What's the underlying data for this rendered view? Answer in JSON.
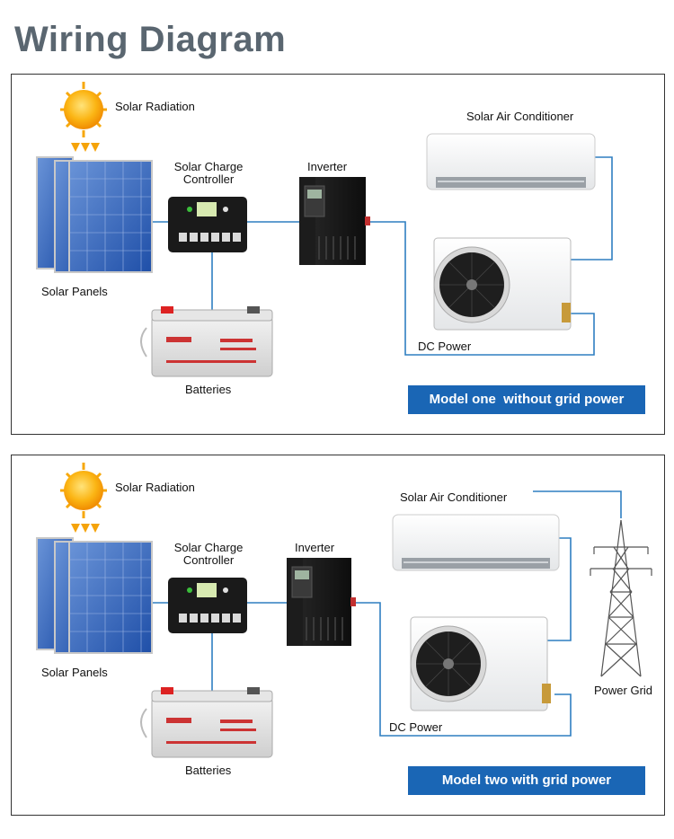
{
  "title": "Wiring Diagram",
  "panel1": {
    "solar_radiation": "Solar Radiation",
    "solar_panels": "Solar Panels",
    "charge_controller_line1": "Solar Charge",
    "charge_controller_line2": "Controller",
    "inverter": "Inverter",
    "batteries": "Batteries",
    "air_conditioner": "Solar Air Conditioner",
    "dc_power": "DC Power",
    "banner": "Model one  without grid power"
  },
  "panel2": {
    "solar_radiation": "Solar Radiation",
    "solar_panels": "Solar Panels",
    "charge_controller_line1": "Solar Charge",
    "charge_controller_line2": "Controller",
    "inverter": "Inverter",
    "batteries": "Batteries",
    "air_conditioner": "Solar Air Conditioner",
    "dc_power": "DC Power",
    "power_grid": "Power Grid",
    "banner": "Model two with grid power"
  },
  "colors": {
    "wire": "#2f7fc1",
    "banner": "#1a66b5",
    "title": "#5a6670",
    "sun": "#f5a30a"
  }
}
